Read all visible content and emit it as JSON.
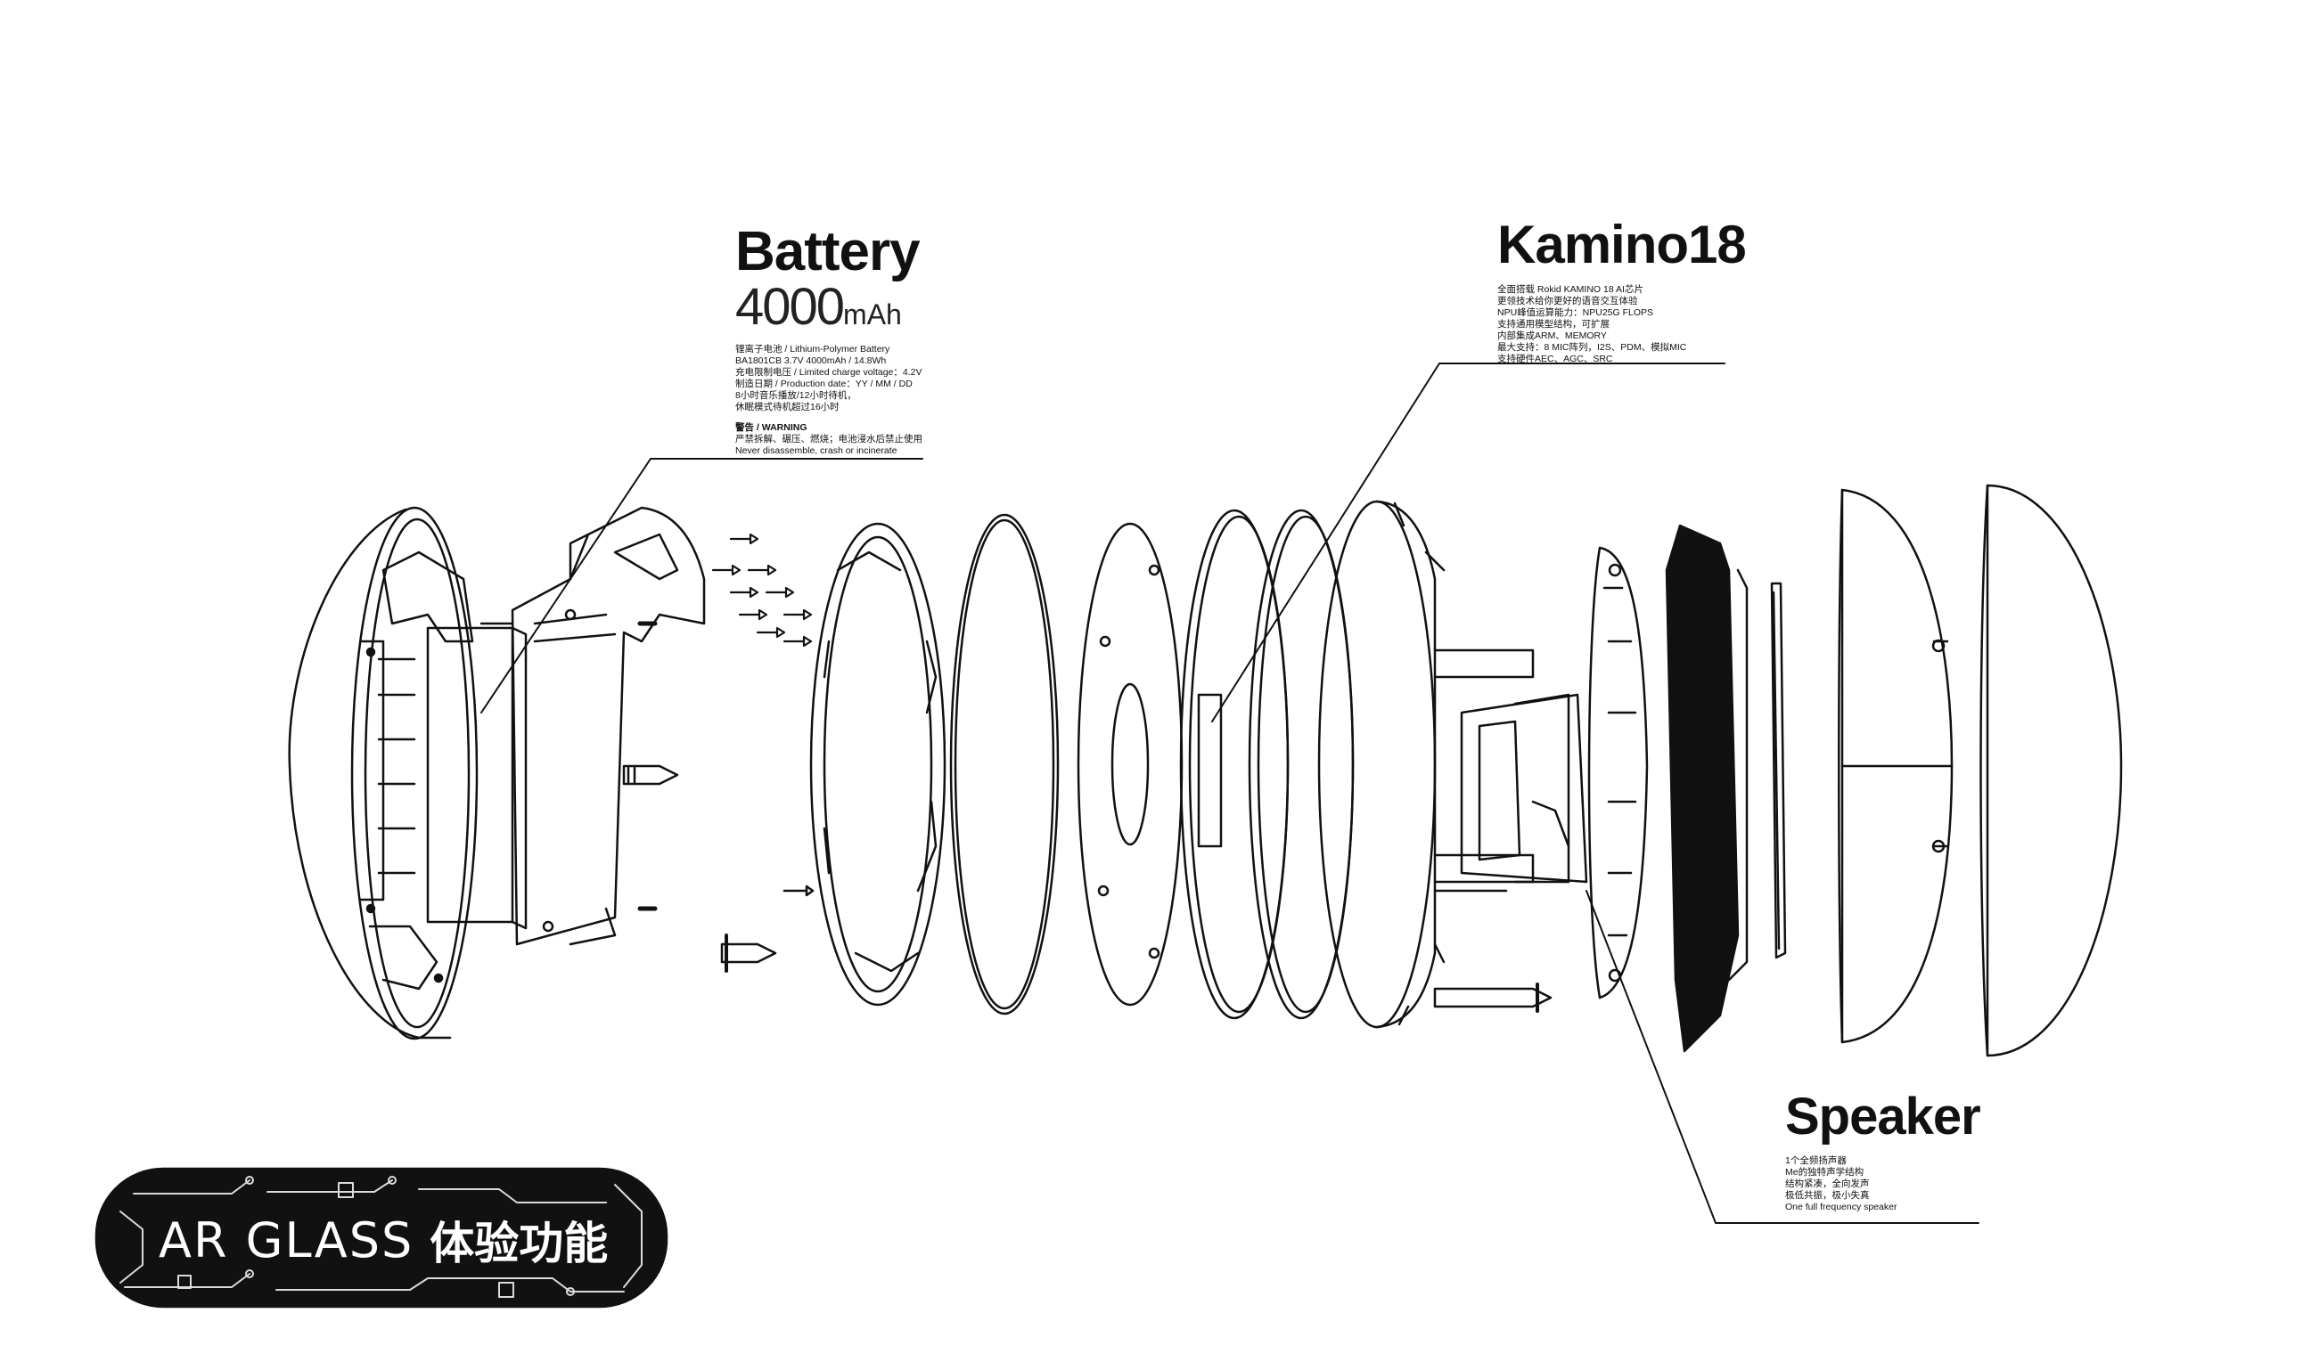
{
  "battery": {
    "title": "Battery",
    "capacity_big": "4000",
    "capacity_unit": "mAh",
    "specs": [
      "锂离子电池 / Lithium-Polymer Battery",
      "BA1801CB  3.7V  4000mAh / 14.8Wh",
      "充电限制电压 / Limited charge voltage：4.2V",
      "制造日期 / Production date：YY / MM / DD",
      "8小时音乐播放/12小时待机，",
      "休眠模式待机超过16小时"
    ],
    "warning_title": "警告 / WARNING",
    "warning_lines": [
      "严禁拆解、碾压、燃烧；电池浸水后禁止使用",
      "Never disassemble, crash or incinerate"
    ]
  },
  "kamino": {
    "title": "Kamino18",
    "specs": [
      "全面搭载 Rokid KAMINO 18 AI芯片",
      "更领技术给你更好的语音交互体验",
      "NPU峰值运算能力：NPU25G FLOPS",
      "支持通用模型结构，可扩展",
      "内部集成ARM、MEMORY",
      "最大支持：8 MIC阵列，I2S、PDM、模拟MIC",
      "支持硬件AEC、AGC、SRC"
    ]
  },
  "speaker": {
    "title": "Speaker",
    "specs": [
      "1个全频扬声器",
      "Me的独特声学结构",
      "结构紧凑，全向发声",
      "极低共振，极小失真",
      "One full frequency speaker"
    ]
  },
  "badge": {
    "label_en": "AR GLASS",
    "label_cn": "体验功能",
    "background": "#111111",
    "text_color": "#ffffff"
  },
  "colors": {
    "line": "#111111",
    "background": "#ffffff"
  }
}
